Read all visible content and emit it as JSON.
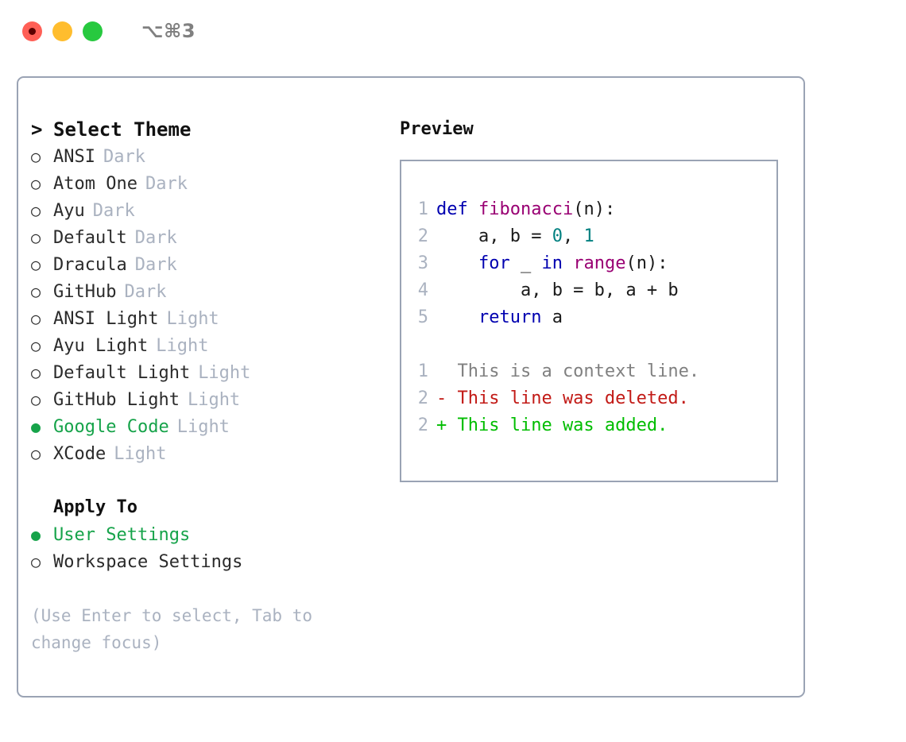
{
  "window": {
    "title": "⌥⌘3",
    "traffic_lights": [
      {
        "name": "close",
        "color": "#ff5f56"
      },
      {
        "name": "minimize",
        "color": "#ffbd2e"
      },
      {
        "name": "zoom",
        "color": "#27c93f"
      }
    ]
  },
  "theme_picker": {
    "caret": ">",
    "heading": "Select Theme",
    "bullet_unselected": "○",
    "bullet_selected": "●",
    "options": [
      {
        "label": "ANSI",
        "tag": "Dark",
        "selected": false
      },
      {
        "label": "Atom One",
        "tag": "Dark",
        "selected": false
      },
      {
        "label": "Ayu",
        "tag": "Dark",
        "selected": false
      },
      {
        "label": "Default",
        "tag": "Dark",
        "selected": false
      },
      {
        "label": "Dracula",
        "tag": "Dark",
        "selected": false
      },
      {
        "label": "GitHub",
        "tag": "Dark",
        "selected": false
      },
      {
        "label": "ANSI Light",
        "tag": "Light",
        "selected": false
      },
      {
        "label": "Ayu Light",
        "tag": "Light",
        "selected": false
      },
      {
        "label": "Default Light",
        "tag": "Light",
        "selected": false
      },
      {
        "label": "GitHub Light",
        "tag": "Light",
        "selected": false
      },
      {
        "label": "Google Code",
        "tag": "Light",
        "selected": true
      },
      {
        "label": "XCode",
        "tag": "Light",
        "selected": false
      }
    ]
  },
  "apply_to": {
    "heading": "Apply To",
    "options": [
      {
        "label": "User Settings",
        "selected": true
      },
      {
        "label": "Workspace Settings",
        "selected": false
      }
    ]
  },
  "hint": "(Use Enter to select, Tab to change focus)",
  "preview": {
    "title": "Preview",
    "code_lines": [
      {
        "number": "1",
        "tokens": [
          {
            "t": "def ",
            "k": "kw"
          },
          {
            "t": "fibonacci",
            "k": "fn"
          },
          {
            "t": "(n):",
            "k": "plain"
          }
        ]
      },
      {
        "number": "2",
        "tokens": [
          {
            "t": "    a, b = ",
            "k": "plain"
          },
          {
            "t": "0",
            "k": "num"
          },
          {
            "t": ", ",
            "k": "plain"
          },
          {
            "t": "1",
            "k": "num"
          }
        ]
      },
      {
        "number": "3",
        "tokens": [
          {
            "t": "    ",
            "k": "plain"
          },
          {
            "t": "for",
            "k": "kw"
          },
          {
            "t": " _ ",
            "k": "plain"
          },
          {
            "t": "in",
            "k": "kw"
          },
          {
            "t": " ",
            "k": "plain"
          },
          {
            "t": "range",
            "k": "fn"
          },
          {
            "t": "(n):",
            "k": "plain"
          }
        ]
      },
      {
        "number": "4",
        "tokens": [
          {
            "t": "        a, b = b, a + b",
            "k": "plain"
          }
        ]
      },
      {
        "number": "5",
        "tokens": [
          {
            "t": "    ",
            "k": "plain"
          },
          {
            "t": "return",
            "k": "kw"
          },
          {
            "t": " a",
            "k": "plain"
          }
        ]
      }
    ],
    "diff_lines": [
      {
        "number": "1",
        "text": "  This is a context line.",
        "kind": "ctx"
      },
      {
        "number": "2",
        "text": "- This line was deleted.",
        "kind": "del"
      },
      {
        "number": "2",
        "text": "+ This line was added.",
        "kind": "add"
      }
    ]
  },
  "colors": {
    "accent_green": "#16a34a",
    "tag_gray": "#aab2c0",
    "border": "#9aa3b4",
    "keyword": "#0000b0",
    "function": "#990073",
    "number": "#008080",
    "diff_delete": "#c21a16",
    "diff_add": "#00bd00",
    "diff_context": "#808080"
  }
}
